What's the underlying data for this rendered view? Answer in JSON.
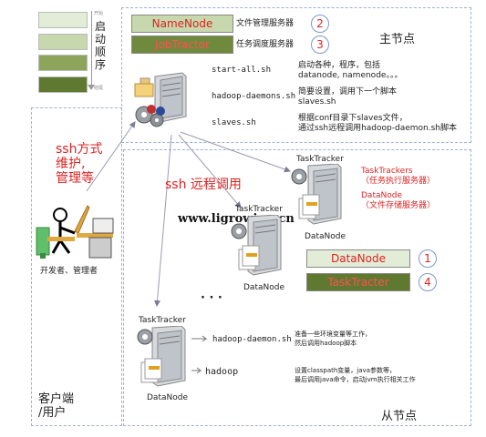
{
  "legend": {
    "startup_order": "启动顺序",
    "start_label": "开始",
    "end_label": "结尾",
    "colors": [
      "#e3ecd6",
      "#c8d8ae",
      "#8da55a",
      "#5f7a30"
    ]
  },
  "master": {
    "title": "主节点",
    "namenode": {
      "label": "NameNode",
      "desc": "文件管理服务器",
      "order": "2"
    },
    "jobtracker": {
      "label": "JobTractor",
      "desc": "任务调度服务器",
      "order": "3"
    },
    "scripts": [
      {
        "name": "start-all.sh",
        "desc_1": "启动各种，程序，包括",
        "desc_2": "datanode, namenode。。。"
      },
      {
        "name": "hadoop-daemons.sh",
        "desc_1": "简要设置，调用下一个脚本",
        "desc_2": "slaves.sh"
      },
      {
        "name": "slaves.sh",
        "desc_1": "根据conf目录下slaves文件，",
        "desc_2": "通过ssh远程调用hadoop-daemon.sh脚本"
      }
    ]
  },
  "client": {
    "ssh_maintain": "ssh方式\n维护,\n管理等",
    "developer_label": "开发者、管理者",
    "title": "客户端\n/用户"
  },
  "slave": {
    "title": "从节点",
    "ssh_remote": "ssh 远程调用",
    "watermark": "www.ligrowing.cn",
    "tasktrackers_desc": "TaskTrackers\n（任务执行服务器）",
    "datanode_desc": "DataNode\n（文件存储服务器）",
    "datanode_box": {
      "label": "DataNode",
      "order": "1"
    },
    "tasktracker_box": {
      "label": "TaskTracter",
      "order": "4"
    },
    "ellipsis": "· · ·",
    "node_tasktracker": "TaskTracker",
    "node_datanode": "DataNode",
    "daemon_script": "hadoop-daemon.sh",
    "daemon_desc": "准备一些环境变量等工作，\n然后调用hadoop脚本",
    "hadoop_script": "hadoop",
    "hadoop_desc": "设置classpath变量，java参数等，\n最后调用java命令，启动jvm执行相关工作"
  }
}
